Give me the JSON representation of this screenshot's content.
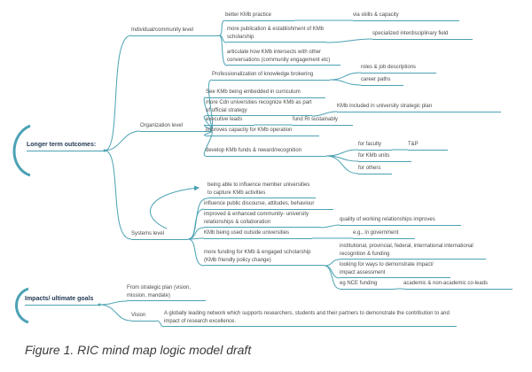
{
  "figure": {
    "caption": "Figure 1. RIC mind map logic model draft"
  },
  "colors": {
    "accent_teal": "#4BA2B4",
    "node_text": "#4A4A4A",
    "root_text": "#223A55"
  },
  "roots": {
    "longer_term": "Longer term outcomes:",
    "impacts": "Impacts/ ultimate goals"
  },
  "levels": {
    "individual": "Individual/community level",
    "organization": "Organization level",
    "systems": "Systems level"
  },
  "individual_branch": {
    "better_kmb": "better KMb practice",
    "via_skills": "via skills & capacity",
    "more_pub": "more publication & establishment of KMb scholarship",
    "specialized": "specialized interdisciplinary field",
    "articulate": "articulate how KMb intersects with other conversations (community engagement etc)"
  },
  "organization_branch": {
    "professionalization": "Professionalization of knowledge brokering",
    "roles": "roles & job descriptions",
    "career": "career paths",
    "embedded": "See KMb being embedded in curriculum",
    "more_cdn": "more Cdn universities recognize KMb as part of official strategy",
    "kmb_included": "KMb included in university strategic plan",
    "exec_leads": "executive leads",
    "fund_ri": "fund RI sustainably",
    "improves_capacity": "improves capacity for KMb operation",
    "develop_funds": "develop KMb funds & reward/recognition",
    "for_faculty": "for faculty",
    "tp": "T&P",
    "for_units": "for KMb units",
    "for_others": "for others"
  },
  "systems_branch": {
    "being_able": "being able to influence member universities to capture KMb activities",
    "influence_public": "influence public discourse, attitudes, behaviour",
    "improved_enhanced": "improved & enhanced community- university relationships & collaboration",
    "quality": "quality of working relationships improves",
    "outside": "KMb being used outside universities",
    "gov": "e.g., in government",
    "more_funding": "more funding for KMb & engaged scholarship (KMb friendly policy change)",
    "institutional": "institutional, provincial, federal, international international recognition & funding",
    "looking": "looking for ways to demonstrate impact/ impact assessment",
    "nce": "eg NCE funding",
    "co_leads": "academic & non-academic co-leads"
  },
  "impacts_branch": {
    "from_plan": "From strategic plan (vision, mission, mandate)",
    "vision_label": "Vision",
    "vision_text": "A globally leading network which supports researchers, students and their partners to demonstrate the contribution to and impact of research excellence."
  }
}
